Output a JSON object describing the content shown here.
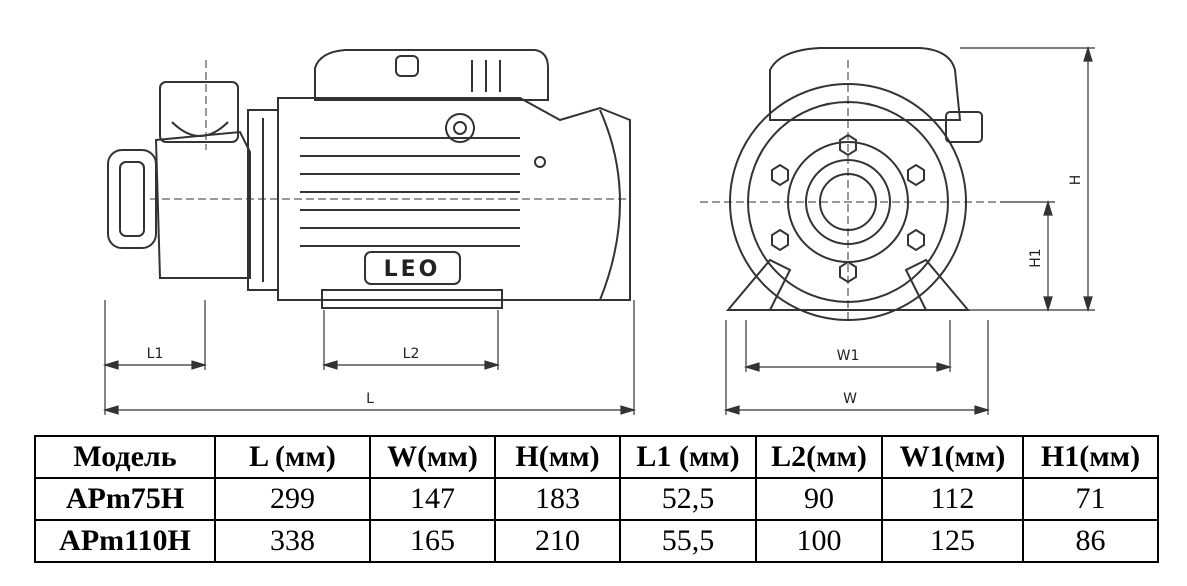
{
  "drawing": {
    "brand_logo": "LEO",
    "dim_labels": {
      "L": "L",
      "L1": "L1",
      "L2": "L2",
      "W": "W",
      "W1": "W1",
      "H": "H",
      "H1": "H1"
    }
  },
  "table": {
    "headers": [
      "Модель",
      "L (мм)",
      "W(мм)",
      "H(мм)",
      "L1 (мм)",
      "L2(мм)",
      "W1(мм)",
      "H1(мм)"
    ],
    "rows": [
      [
        "APm75H",
        "299",
        "147",
        "183",
        "52,5",
        "90",
        "112",
        "71"
      ],
      [
        "APm110H",
        "338",
        "165",
        "210",
        "55,5",
        "100",
        "125",
        "86"
      ]
    ]
  }
}
